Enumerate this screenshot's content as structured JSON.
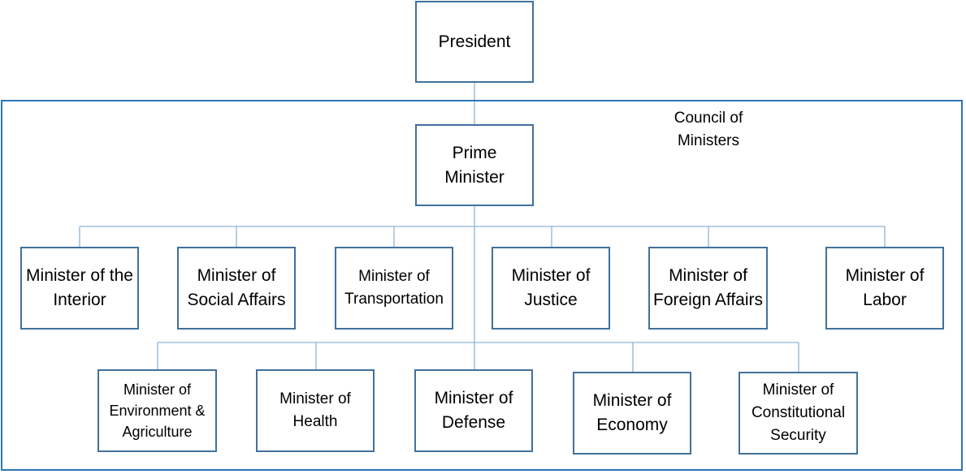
{
  "chart": {
    "council_label": "Council of Ministers",
    "president": "President",
    "prime_minister": "Prime Minister",
    "row1": [
      "Minister of the Interior",
      "Minister of Social Affairs",
      "Minister of Transportation",
      "Minister of Justice",
      "Minister of Foreign Affairs",
      "Minister of Labor"
    ],
    "row2": [
      "Minister of Environment & Agriculture",
      "Minister of Health",
      "Minister of Defense",
      "Minister of Economy",
      "Minister of Constitutional Security"
    ]
  },
  "colors": {
    "frame": "#2e75b6",
    "box_border": "#41719c",
    "connector": "#8fb3d5"
  }
}
